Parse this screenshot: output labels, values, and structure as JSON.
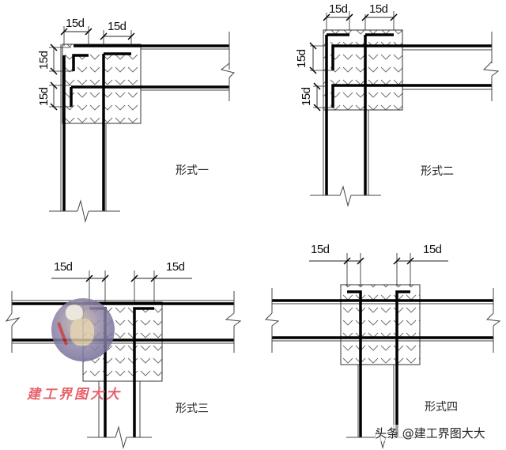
{
  "diagram": {
    "subject": "Beam-column joint rebar anchorage forms",
    "colors": {
      "line": "#000000",
      "thin_line": "#222222",
      "hatch": "#555555",
      "watermark_red": "#e8606a"
    },
    "panels": [
      {
        "id": "form-1",
        "caption": "形式一",
        "dims": {
          "top_left": "15d",
          "top_right": "15d",
          "left_upper": "15d",
          "left_lower": "15d"
        }
      },
      {
        "id": "form-2",
        "caption": "形式二",
        "dims": {
          "top_left": "15d",
          "top_right": "15d",
          "left_upper": "15d",
          "left_lower": "15d"
        }
      },
      {
        "id": "form-3",
        "caption": "形式三",
        "dims": {
          "top_left": "15d",
          "top_right": "15d"
        }
      },
      {
        "id": "form-4",
        "caption": "形式四",
        "dims": {
          "top_left": "15d",
          "top_right": "15d"
        }
      }
    ]
  },
  "watermarks": {
    "red_text": "建工界图大大",
    "footer_text": "头条 @建工界图大大"
  }
}
